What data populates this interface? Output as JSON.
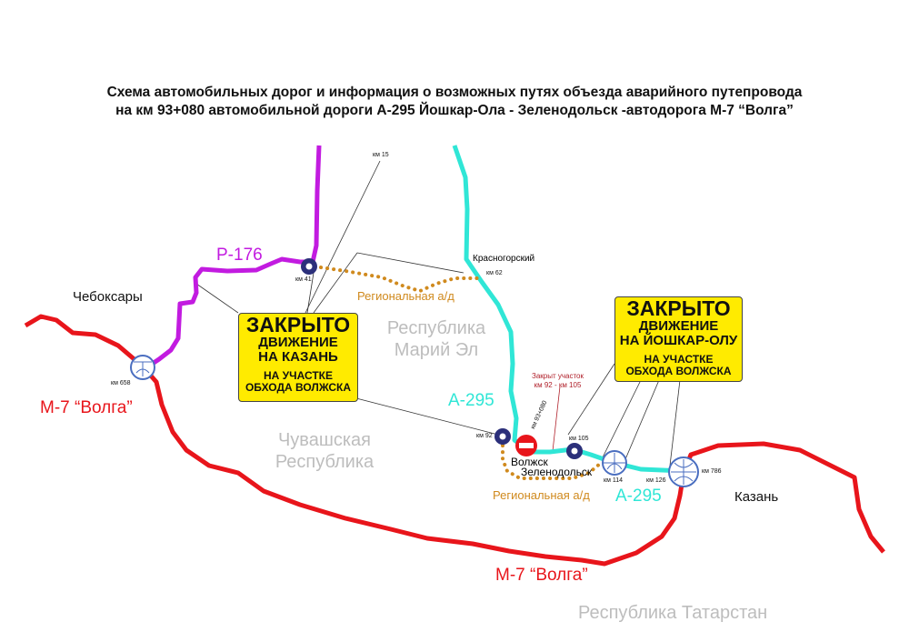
{
  "title": {
    "line1": "Схема автомобильных дорог и информация о возможных путях объезда аварийного путепровода",
    "line2": "на км 93+080 автомобильной дороги А-295 Йошкар-Ола - Зеленодольск -автодорога М-7 “Волга”"
  },
  "roads": {
    "p176": "Р-176",
    "a295_top": "А-295",
    "a295_bottom": "А-295",
    "m7_left": "М-7 “Волга”",
    "m7_bottom": "М-7 “Волга”",
    "regional_top": "Региональная а/д",
    "regional_bottom": "Региональная а/д"
  },
  "cities": {
    "cheboksary": "Чебоксары",
    "krasnogorsky": "Красногорский",
    "volzhsk": "Волжск",
    "zelenodolsk": "Зеленодольск",
    "kazan": "Казань"
  },
  "regions": {
    "mari_el_1": "Республика",
    "mari_el_2": "Марий Эл",
    "chuvash_1": "Чувашская",
    "chuvash_2": "Республика",
    "tatarstan": "Республика Татарстан"
  },
  "km": {
    "km15": "км 15",
    "km41": "км 41",
    "km62": "км 62",
    "km658": "км 658",
    "km92": "км 92",
    "km93": "км 93+080",
    "km105": "км 105",
    "km114": "км 114",
    "km126": "км 126",
    "km786": "км 786"
  },
  "closed_section": {
    "line1": "Закрыт участок",
    "line2": "км 92 - км 105"
  },
  "box_left": {
    "l1": "ЗАКРЫТО",
    "l2": "ДВИЖЕНИЕ",
    "l3": "НА КАЗАНЬ",
    "l4": "НА УЧАСТКЕ",
    "l5": "ОБХОДА ВОЛЖСКА"
  },
  "box_right": {
    "l1": "ЗАКРЫТО",
    "l2": "ДВИЖЕНИЕ",
    "l3": "НА ЙОШКАР-ОЛУ",
    "l4": "НА УЧАСТКЕ",
    "l5": "ОБХОДА ВОЛЖСКА"
  },
  "colors": {
    "m7": "#e8151b",
    "p176": "#c21be0",
    "a295": "#30e6d6",
    "regional": "#d08a1e",
    "closed_box": "#ffeb00",
    "junction": "#2b2f7a"
  }
}
